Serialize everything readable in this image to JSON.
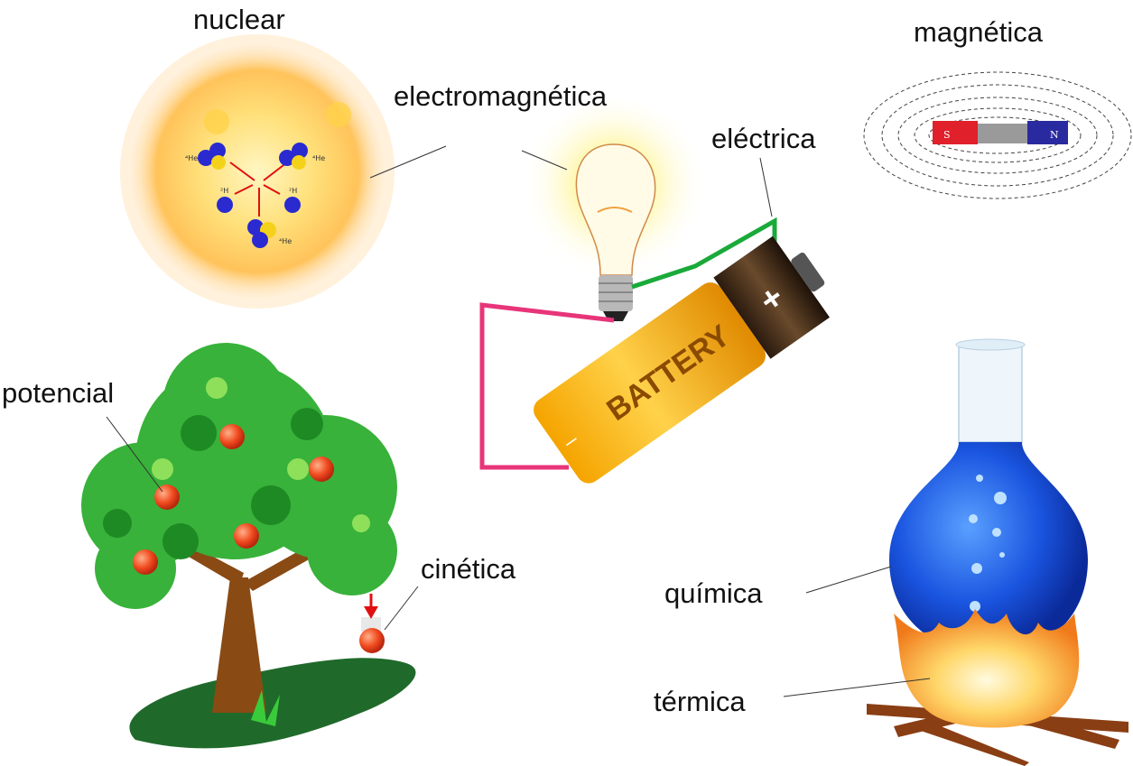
{
  "labels": {
    "nuclear": "nuclear",
    "electromagnetic": "electromagnética",
    "magnetic": "magnética",
    "electric": "eléctrica",
    "potential": "potencial",
    "kinetic": "cinética",
    "chemical": "química",
    "thermal": "térmica"
  },
  "battery": {
    "text": "BATTERY",
    "plus": "+",
    "minus": "–"
  },
  "magnet": {
    "south": "S",
    "north": "N"
  },
  "atoms": {
    "he": "⁴He",
    "h": "²H"
  }
}
